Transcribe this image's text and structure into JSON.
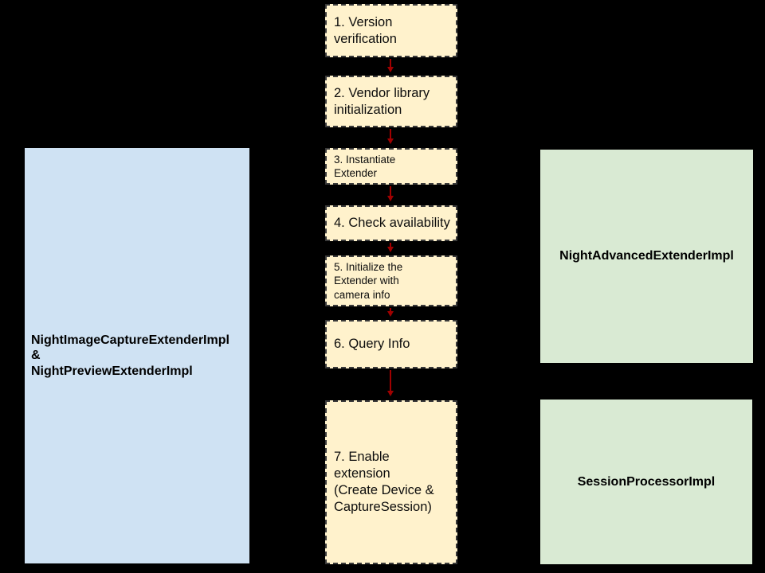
{
  "colors": {
    "background": "#000000",
    "step_fill": "#fff2cc",
    "step_border": "#3a3a3a",
    "arrow": "#a00000",
    "left_panel_fill": "#cfe2f3",
    "right_panel_fill": "#d9ead3",
    "text": "#000000"
  },
  "flow": {
    "steps": [
      {
        "label": "1. Version\nverification"
      },
      {
        "label": "2. Vendor library\ninitialization"
      },
      {
        "label": "3. Instantiate\nExtender"
      },
      {
        "label": "4. Check availability"
      },
      {
        "label": "5. Initialize the\nExtender with\ncamera info"
      },
      {
        "label": "6. Query Info"
      },
      {
        "label": "7. Enable\nextension\n(Create Device &\nCaptureSession)"
      }
    ]
  },
  "left_panel": {
    "label": "NightImageCaptureExtenderImpl\n&\nNightPreviewExtenderImpl"
  },
  "right_panels": [
    {
      "label": "NightAdvancedExtenderImpl"
    },
    {
      "label": "SessionProcessorImpl"
    }
  ]
}
